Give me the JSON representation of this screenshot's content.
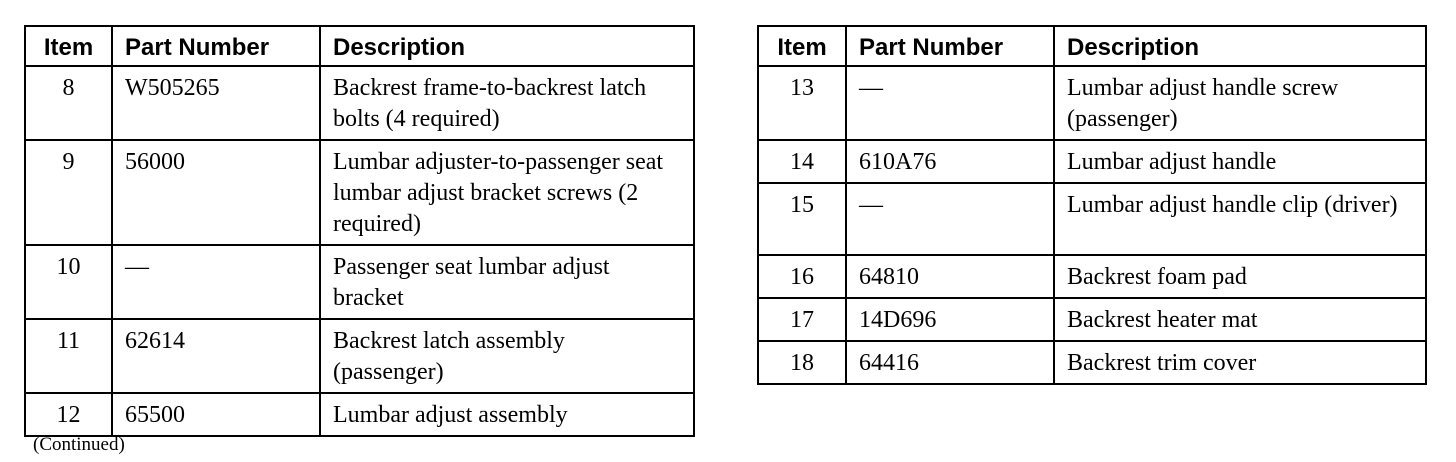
{
  "headers": {
    "item": "Item",
    "part_number": "Part Number",
    "description": "Description"
  },
  "left_table": [
    {
      "item": "8",
      "part": "W505265",
      "desc": "Backrest frame-to-backrest latch bolts (4 required)"
    },
    {
      "item": "9",
      "part": "56000",
      "desc": "Lumbar adjuster-to-passenger seat lumbar adjust bracket screws (2 required)"
    },
    {
      "item": "10",
      "part": "—",
      "desc": "Passenger seat lumbar adjust bracket"
    },
    {
      "item": "11",
      "part": "62614",
      "desc": "Backrest latch assembly (passenger)"
    },
    {
      "item": "12",
      "part": "65500",
      "desc": "Lumbar adjust assembly"
    }
  ],
  "right_table": [
    {
      "item": "13",
      "part": "—",
      "desc": "Lumbar adjust handle screw (passenger)"
    },
    {
      "item": "14",
      "part": "610A76",
      "desc": "Lumbar adjust handle"
    },
    {
      "item": "15",
      "part": "—",
      "desc": "Lumbar adjust handle clip (driver)"
    },
    {
      "item": "16",
      "part": "64810",
      "desc": "Backrest foam pad"
    },
    {
      "item": "17",
      "part": "14D696",
      "desc": "Backrest heater mat"
    },
    {
      "item": "18",
      "part": "64416",
      "desc": "Backrest trim cover"
    }
  ],
  "note": "(Continued)"
}
